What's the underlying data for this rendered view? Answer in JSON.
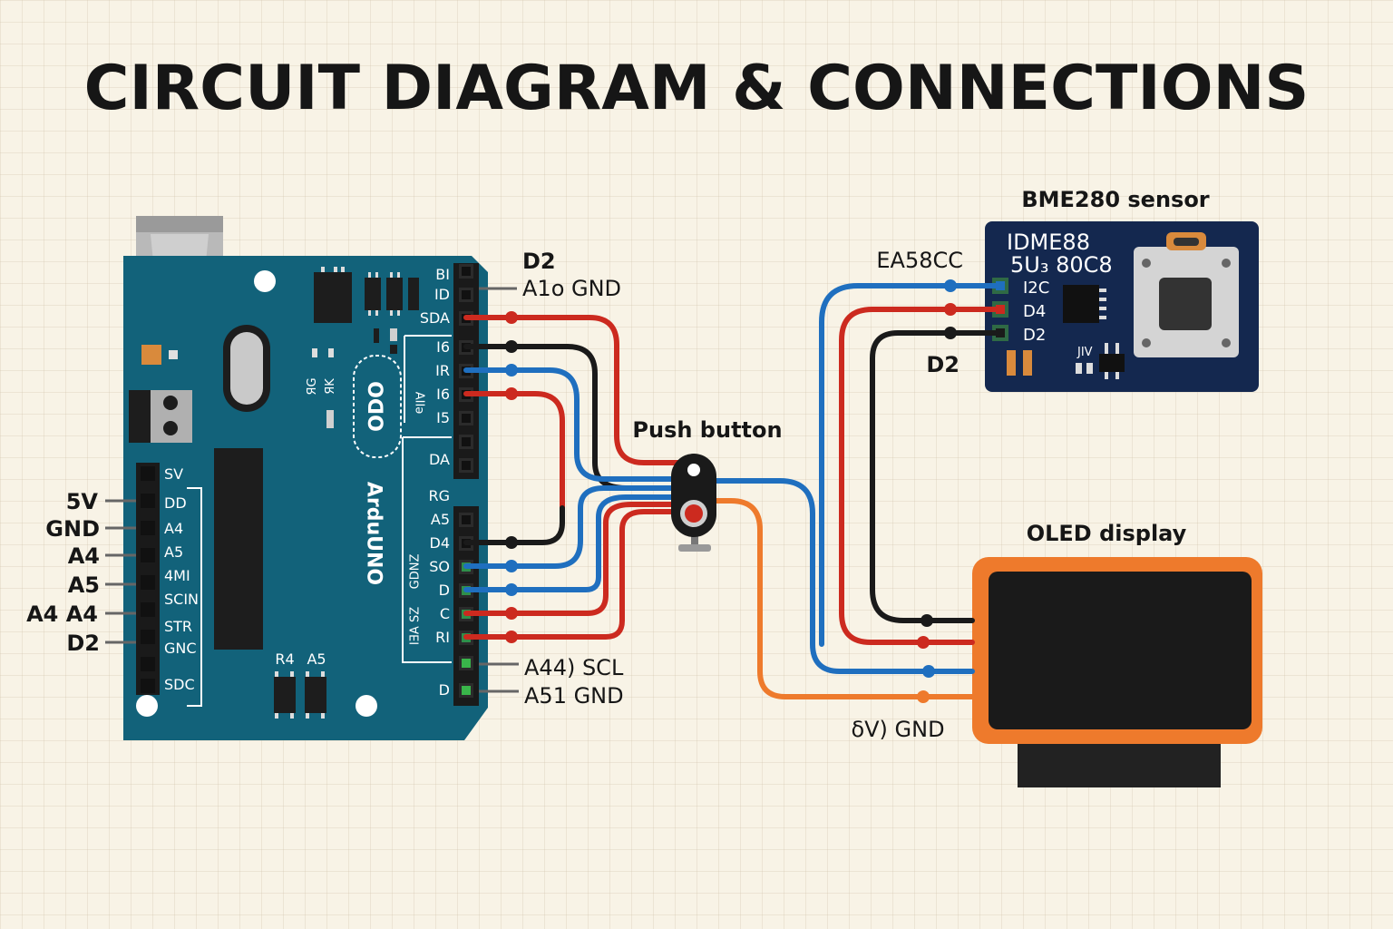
{
  "title": "CIRCUIT DIAGRAM & CONNECTIONS",
  "components": {
    "bme280": {
      "label": "BME280 sensor",
      "chip_line1": "IDME88",
      "chip_line2": "5U₃ 80C8",
      "pins": [
        "I2C",
        "D4",
        "D2"
      ],
      "small": "JIV"
    },
    "oled": {
      "label": "OLED display"
    },
    "button": {
      "label": "Push button"
    },
    "arduino": {
      "brand": "ArduUNO",
      "logo": "ODO",
      "logo_side": "АIIə",
      "gnd_text": "GDNZ",
      "side_text": "IƎA SZ",
      "right_pins": [
        "BI",
        "ID",
        "SDA",
        "I6",
        "IR",
        "I6",
        "I5",
        "DA",
        "RG",
        "A5",
        "D4",
        "SO",
        "D",
        "C",
        "RI",
        "D"
      ],
      "left_pins": [
        "SV",
        "DD",
        "A4",
        "A5",
        "4MI",
        "SCIN",
        "STR",
        "GNC",
        "SDC"
      ],
      "chip_labels": [
        "R4",
        "A5"
      ],
      "small_labels": [
        "ЯG",
        "ЯK"
      ]
    }
  },
  "callouts": {
    "top_right": [
      "D2",
      "A1o GND"
    ],
    "bottom_right": [
      "A44) SCL",
      "A51 GND"
    ],
    "left": [
      "5V",
      "GND",
      "A4",
      "A5",
      "A4 A4",
      "D2"
    ],
    "sensor_top": "EA58CC",
    "sensor_bottom": "D2",
    "oled_bottom": "δV) GND"
  },
  "colors": {
    "board": "#12627a",
    "sensor_board": "#14284f",
    "oled_frame": "#ee7a2c",
    "wire_red": "#cc2a1f",
    "wire_black": "#1a1a1a",
    "wire_blue": "#1f6fbf",
    "wire_orange": "#ee7a2c"
  }
}
